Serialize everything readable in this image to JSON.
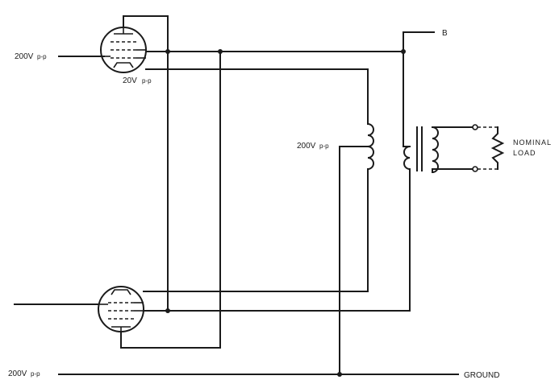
{
  "labels": {
    "input_top": "200V",
    "input_top_sub": "p-p",
    "grid_top": "20V",
    "grid_top_sub": "p-p",
    "coil_voltage": "200V",
    "coil_voltage_sub": "p-p",
    "bottom_input": "200V",
    "bottom_input_sub": "p-p",
    "supply": "B",
    "load_line1": "NOMINAL",
    "load_line2": "LOAD",
    "ground": "GROUND"
  },
  "components": {
    "tubes": [
      "pentode-top",
      "pentode-bottom"
    ],
    "inductor": "choke-coil",
    "transformer": "output-transformer",
    "load": "resistor-load"
  }
}
